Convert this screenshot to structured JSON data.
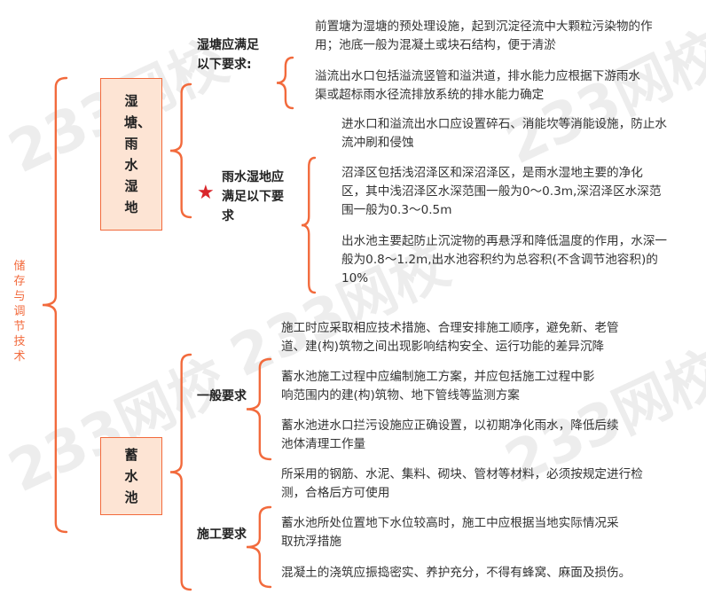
{
  "watermark": "233网校",
  "root": {
    "label": "储存与调节技术"
  },
  "branches": [
    {
      "label": "湿塘、雨水湿地",
      "groups": [
        {
          "label": "湿塘应满足以下要求:",
          "items": [
            [
              "前置塘为湿塘的预处理设施，起到沉淀径流中大颗粒污染物的作",
              "用；池底一般为混凝土或块石结构，便于清淤"
            ],
            [
              "溢流出水口包括溢流竖管和溢洪道，排水能力应根据下游雨水",
              "渠或超标雨水径流排放系统的排水能力确定"
            ]
          ]
        },
        {
          "label": "雨水湿地应满足以下要求",
          "icon": "star-icon",
          "items": [
            [
              "进水口和溢流出水口应设置碎石、消能坎等消能设施，防止水",
              "流冲刷和侵蚀"
            ],
            [
              "沼泽区包括浅沼泽区和深沼泽区，是雨水湿地主要的净化",
              "区，其中浅沼泽区水深范围一般为0～0.3m,深沼泽区水深范",
              "围一般为0.3～0.5m"
            ],
            [
              "出水池主要起防止沉淀物的再悬浮和降低温度的作用，水深一",
              "般为0.8～1.2m,出水池容积约为总容积(不含调节池容积)的",
              "10%"
            ]
          ]
        }
      ]
    },
    {
      "label": "蓄水池",
      "groups": [
        {
          "label": "一般要求",
          "items": [
            [
              "施工时应采取相应技术措施、合理安排施工顺序，避免新、老管",
              "道、建(构)筑物之间出现影响结构安全、运行功能的差异沉降"
            ],
            [
              "蓄水池施工过程中应编制施工方案，并应包括施工过程中影",
              "响范围内的建(构)筑物、地下管线等监测方案"
            ],
            [
              "蓄水池进水口拦污设施应正确设置，以初期净化雨水，降低后续",
              "池体清理工作量"
            ]
          ]
        },
        {
          "label": "施工要求",
          "items": [
            [
              "所采用的钢筋、水泥、集料、砌块、管材等材料，必须按规定进行检",
              "测，合格后方可使用"
            ],
            [
              "蓄水池所处位置地下水位较高时，施工中应根据当地实际情况采",
              "取抗浮措施"
            ],
            [
              "混凝土的浇筑应振捣密实、养护充分，不得有蜂窝、麻面及损伤。"
            ]
          ]
        }
      ]
    }
  ]
}
